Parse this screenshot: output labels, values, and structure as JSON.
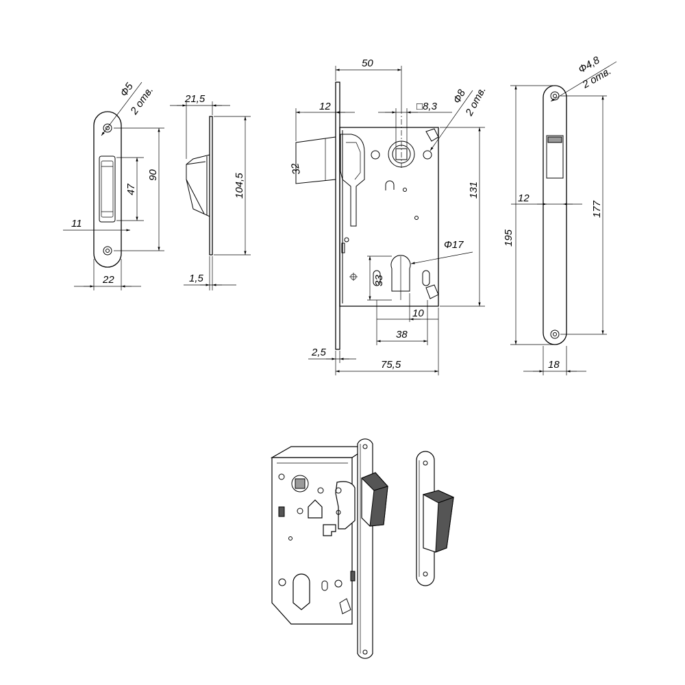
{
  "strike": {
    "hole_note": "Ф5",
    "hole_count": "2 отв.",
    "d_hole_spacing": "90",
    "d_opening_height": "47",
    "d_offset": "11",
    "d_width": "22"
  },
  "strike_side": {
    "d_depth": "21,5",
    "d_height": "104,5",
    "d_thickness": "1,5"
  },
  "lock_body": {
    "d_backset": "50",
    "d_latch_projection": "12",
    "d_square": "□8,3",
    "d_latch_height": "32",
    "d_screw_holes": "Ф8",
    "d_screw_count": "2 отв.",
    "d_body_height": "131",
    "d_cylinder_hole": "Ф17",
    "d_cylinder_height": "33",
    "d_cylinder_offset": "10",
    "d_cylinder_width": "38",
    "d_faceplate_thickness": "2,5",
    "d_body_width": "75,5"
  },
  "faceplate": {
    "hole_note": "Ф4,8",
    "hole_count": "2 отв.",
    "d_total_height": "195",
    "d_hole_spacing": "177",
    "d_latch_offset": "12",
    "d_width": "18"
  }
}
